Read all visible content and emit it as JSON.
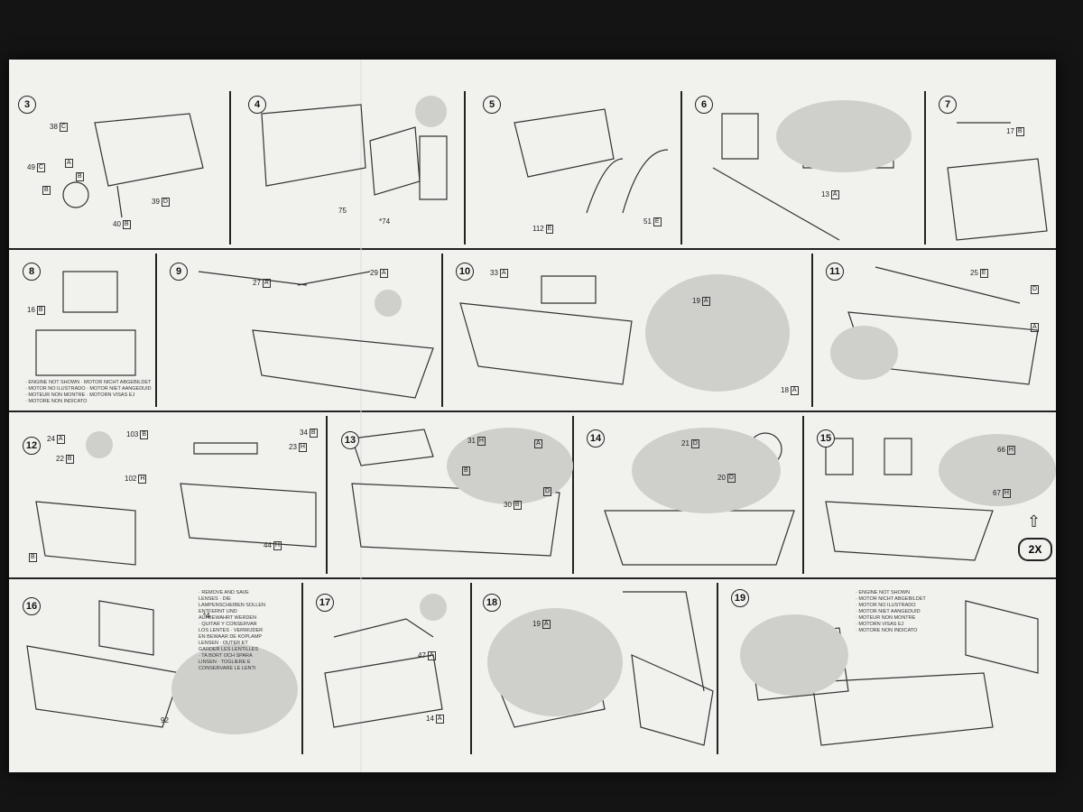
{
  "steps": [
    {
      "n": "3",
      "callouts": [
        {
          "num": "38",
          "letter": "C"
        },
        {
          "num": "49",
          "letter": "C"
        },
        {
          "num": "",
          "letter": "A"
        },
        {
          "num": "",
          "letter": "B"
        },
        {
          "num": "",
          "letter": "B"
        },
        {
          "num": "39",
          "letter": "D"
        },
        {
          "num": "40",
          "letter": "B"
        }
      ]
    },
    {
      "n": "4",
      "callouts": [
        {
          "num": "75",
          "letter": ""
        },
        {
          "num": "*74",
          "letter": ""
        }
      ]
    },
    {
      "n": "5",
      "callouts": [
        {
          "num": "112",
          "letter": "E"
        },
        {
          "num": "51",
          "letter": "E"
        }
      ]
    },
    {
      "n": "6",
      "callouts": [
        {
          "num": "13",
          "letter": "A"
        }
      ]
    },
    {
      "n": "7",
      "callouts": [
        {
          "num": "17",
          "letter": "B"
        }
      ]
    },
    {
      "n": "8",
      "callouts": [
        {
          "num": "16",
          "letter": "B"
        }
      ],
      "note": "· ENGINE NOT SHOWN · MOTOR NICHT ABGEBILDET\n· MOTOR NO ILUSTRADO · MOTOR NIET AANGEDUID\n· MOTEUR NON MONTRE · MOTORN VISAS EJ\n· MOTORE NON INDICATO"
    },
    {
      "n": "9",
      "callouts": [
        {
          "num": "27",
          "letter": "A"
        },
        {
          "num": "29",
          "letter": "A"
        }
      ]
    },
    {
      "n": "10",
      "callouts": [
        {
          "num": "33",
          "letter": "A"
        },
        {
          "num": "19",
          "letter": "A"
        },
        {
          "num": "18",
          "letter": "A"
        }
      ]
    },
    {
      "n": "11",
      "callouts": [
        {
          "num": "25",
          "letter": "E"
        },
        {
          "num": "",
          "letter": "D"
        },
        {
          "num": "",
          "letter": "A"
        }
      ]
    },
    {
      "n": "12",
      "callouts": [
        {
          "num": "24",
          "letter": "A"
        },
        {
          "num": "22",
          "letter": "B"
        },
        {
          "num": "103",
          "letter": "B"
        },
        {
          "num": "102",
          "letter": "H"
        },
        {
          "num": "34",
          "letter": "B"
        },
        {
          "num": "23",
          "letter": "H"
        },
        {
          "num": "44",
          "letter": "H"
        },
        {
          "num": "",
          "letter": "B"
        }
      ]
    },
    {
      "n": "13",
      "callouts": [
        {
          "num": "31",
          "letter": "H"
        },
        {
          "num": "",
          "letter": "A"
        },
        {
          "num": "",
          "letter": "B"
        },
        {
          "num": "30",
          "letter": "B"
        },
        {
          "num": "",
          "letter": "D"
        }
      ]
    },
    {
      "n": "14",
      "callouts": [
        {
          "num": "21",
          "letter": "D"
        },
        {
          "num": "20",
          "letter": "D"
        }
      ]
    },
    {
      "n": "15",
      "callouts": [
        {
          "num": "66",
          "letter": "H"
        },
        {
          "num": "67",
          "letter": "H"
        }
      ],
      "badge": "2X"
    },
    {
      "n": "16",
      "callouts": [
        {
          "num": "*4",
          "letter": ""
        },
        {
          "num": "92",
          "letter": ""
        }
      ],
      "note": "· REMOVE AND SAVE\nLENSES · DIE\nLAMPENSCHEIBEN SOLLEN\nENTFERNT UND\nAUFBEWAHRT WERDEN\n· QUITAR Y CONSERVAR\nLOS LENTES · VERWIJDER\nEN BEWAAR DE KOPLAMP\nLENSEN · OUTER ET\nGARDER LES LENTILLES\n· TA BORT OCH SPARA\nLINSEN · TOGLIERE E\nCONSERVARE LE LENTI"
    },
    {
      "n": "17",
      "callouts": [
        {
          "num": "47",
          "letter": "A"
        },
        {
          "num": "14",
          "letter": "A"
        }
      ]
    },
    {
      "n": "18",
      "callouts": [
        {
          "num": "19",
          "letter": "A"
        }
      ]
    },
    {
      "n": "19",
      "callouts": [],
      "note": "· ENGINE NOT SHOWN\n· MOTOR NICHT ABGEBILDET\n· MOTOR NO ILUSTRADO\n· MOTOR NIET AANGEDUID\n· MOTEUR NON MONTRE\n· MOTORN VISAS EJ\n· MOTORE NON INDICATO"
    }
  ]
}
